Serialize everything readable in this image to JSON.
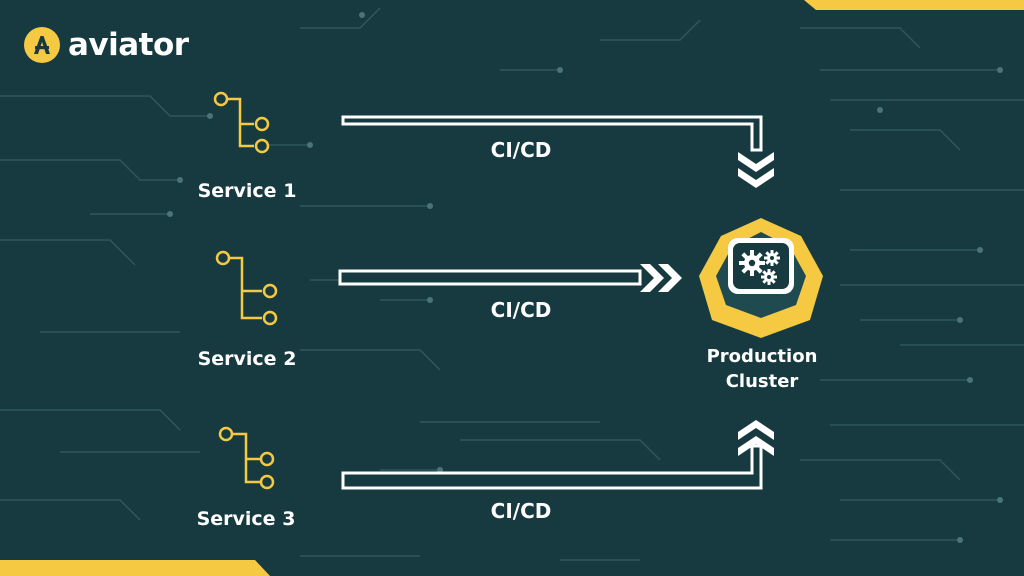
{
  "brand": {
    "name": "aviator",
    "logo_icon": "aviator-a-icon"
  },
  "services": [
    {
      "label": "Service 1",
      "icon": "branch-icon"
    },
    {
      "label": "Service 2",
      "icon": "branch-icon"
    },
    {
      "label": "Service 3",
      "icon": "branch-icon"
    }
  ],
  "pipelines": [
    {
      "label": "CI/CD",
      "from": "Service 1",
      "to": "Production Cluster",
      "arrow": "chevron-down"
    },
    {
      "label": "CI/CD",
      "from": "Service 2",
      "to": "Production Cluster",
      "arrow": "chevron-right"
    },
    {
      "label": "CI/CD",
      "from": "Service 3",
      "to": "Production Cluster",
      "arrow": "chevron-up"
    }
  ],
  "cluster": {
    "line1": "Production",
    "line2": "Cluster",
    "icon": "gears-icon"
  },
  "colors": {
    "background": "#173a40",
    "accent": "#f5c942",
    "trace": "#2f565b",
    "text": "#ffffff"
  }
}
